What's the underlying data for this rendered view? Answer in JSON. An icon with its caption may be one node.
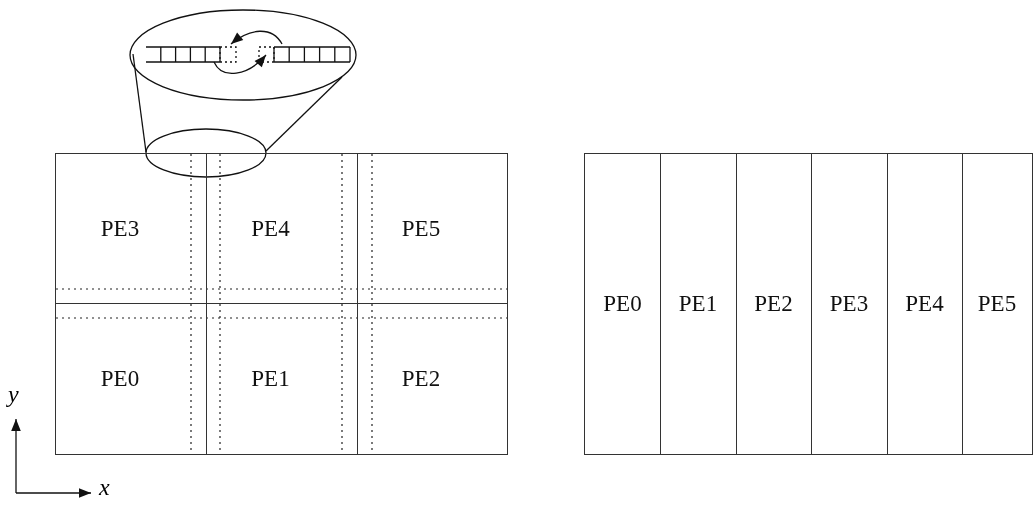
{
  "diagram": {
    "nodes": [
      {
        "text": [
          "PE3"
        ]
      },
      {
        "text": [
          "PE4"
        ]
      },
      {
        "text": [
          "PE5"
        ]
      },
      {
        "text": [
          "PE0"
        ]
      },
      {
        "text": [
          "PE1"
        ]
      },
      {
        "text": [
          "PE2"
        ]
      },
      {
        "text": [
          "PE0"
        ]
      },
      {
        "text": [
          "PE1"
        ]
      },
      {
        "text": [
          "PE2"
        ]
      },
      {
        "text": [
          "PE3"
        ]
      },
      {
        "text": [
          "PE4"
        ]
      },
      {
        "text": [
          "PE5"
        ]
      }
    ],
    "labels": [
      "y",
      "x"
    ]
  }
}
